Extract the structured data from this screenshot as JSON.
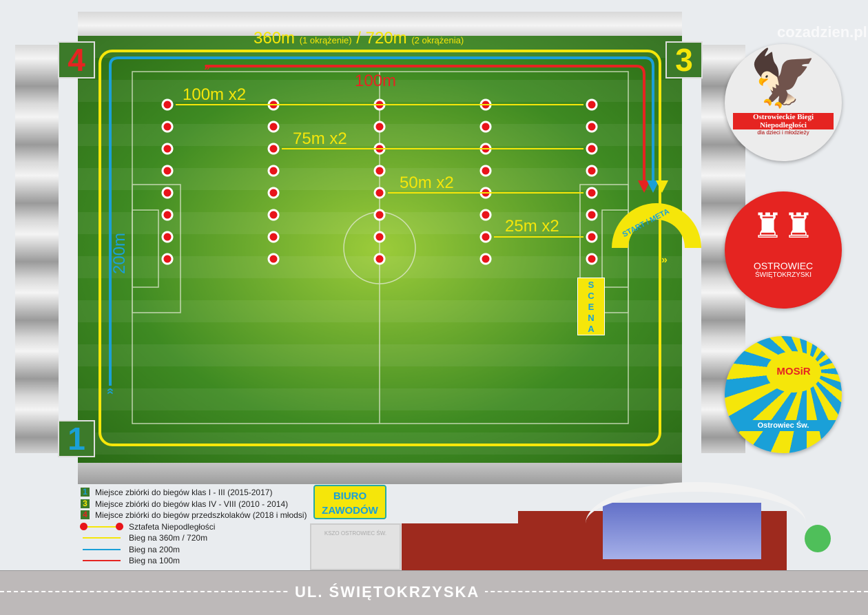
{
  "track": {
    "top_label_a": "360m",
    "top_label_a_note": "(1 okrążenie)",
    "top_label_b": "/ 720m",
    "top_label_b_note": "(2 okrążenia)",
    "red_label": "100m",
    "blue_label": "200m"
  },
  "relay": [
    {
      "label": "100m x2"
    },
    {
      "label": "75m x2"
    },
    {
      "label": "50m x2"
    },
    {
      "label": "25m x2"
    }
  ],
  "zones": {
    "z1": "1",
    "z3": "3",
    "z4": "4"
  },
  "start_meta": "START / META",
  "stage": "SCENA",
  "office": {
    "line1": "BIURO",
    "line2": "ZAWODÓW"
  },
  "building_sign": "KSZO OSTROWIEC ŚW.",
  "street": "UL. ŚWIĘTOKRZYSKA",
  "legend": [
    {
      "marker": "1",
      "text": "Miejsce zbiórki do biegów klas I - III (2015-2017)"
    },
    {
      "marker": "3",
      "text": "Miejsce zbiórki do biegów klas IV - VIII (2010 - 2014)"
    },
    {
      "marker": "4",
      "text": "Miejsce zbiórki do biegów przedszkolaków (2018 i młodsi)"
    },
    {
      "marker": "",
      "text": "Sztafeta Niepodległości"
    },
    {
      "marker": "",
      "text": "Bieg na 360m / 720m"
    },
    {
      "marker": "",
      "text": "Bieg na 200m"
    },
    {
      "marker": "",
      "text": "Bieg na 100m"
    }
  ],
  "logos": {
    "event": "Ostrowieckie Biegi Niepodległości",
    "event_sub": "dla dzieci i młodzieży",
    "city1": "OSTROWIEC",
    "city2": "ŚWIĘTOKRZYSKI",
    "mosir": "MOSiR",
    "mosir_sub": "Ostrowiec Św."
  },
  "watermark": "cozadzien.pl",
  "colors": {
    "yellow": "#f5e60a",
    "blue": "#1aa0d8",
    "red": "#e52421",
    "grass": "#3f8a22"
  }
}
